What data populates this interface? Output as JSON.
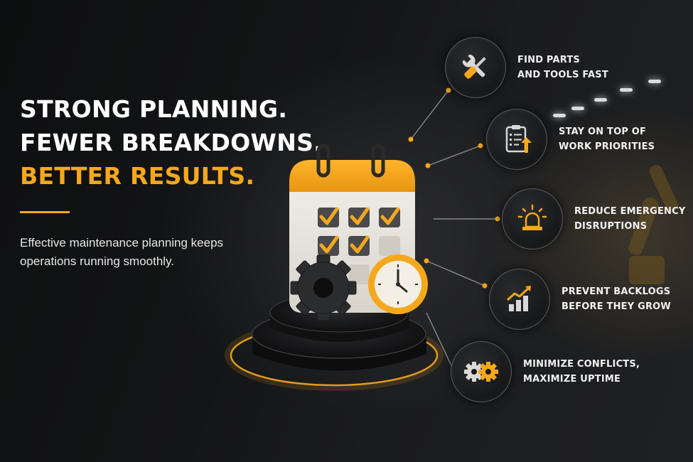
{
  "headline": {
    "line1": "STRONG PLANNING.",
    "line2": "FEWER BREAKDOWNS.",
    "line3": "BETTER RESULTS."
  },
  "subtext": "Effective maintenance planning keeps operations running smoothly.",
  "features": [
    {
      "line1": "FIND PARTS",
      "line2": "AND TOOLS FAST",
      "icon": "wrench-screwdriver-icon"
    },
    {
      "line1": "STAY ON TOP OF",
      "line2": "WORK PRIORITIES",
      "icon": "clipboard-checklist-icon"
    },
    {
      "line1": "REDUCE EMERGENCY",
      "line2": "DISRUPTIONS",
      "icon": "alarm-beacon-icon"
    },
    {
      "line1": "PREVENT BACKLOGS",
      "line2": "BEFORE THEY GROW",
      "icon": "growth-chart-icon"
    },
    {
      "line1": "MINIMIZE CONFLICTS,",
      "line2": "MAXIMIZE UPTIME",
      "icon": "gears-icon"
    }
  ],
  "colors": {
    "accent": "#f6a81c",
    "background": "#121314",
    "text": "#ffffff"
  }
}
